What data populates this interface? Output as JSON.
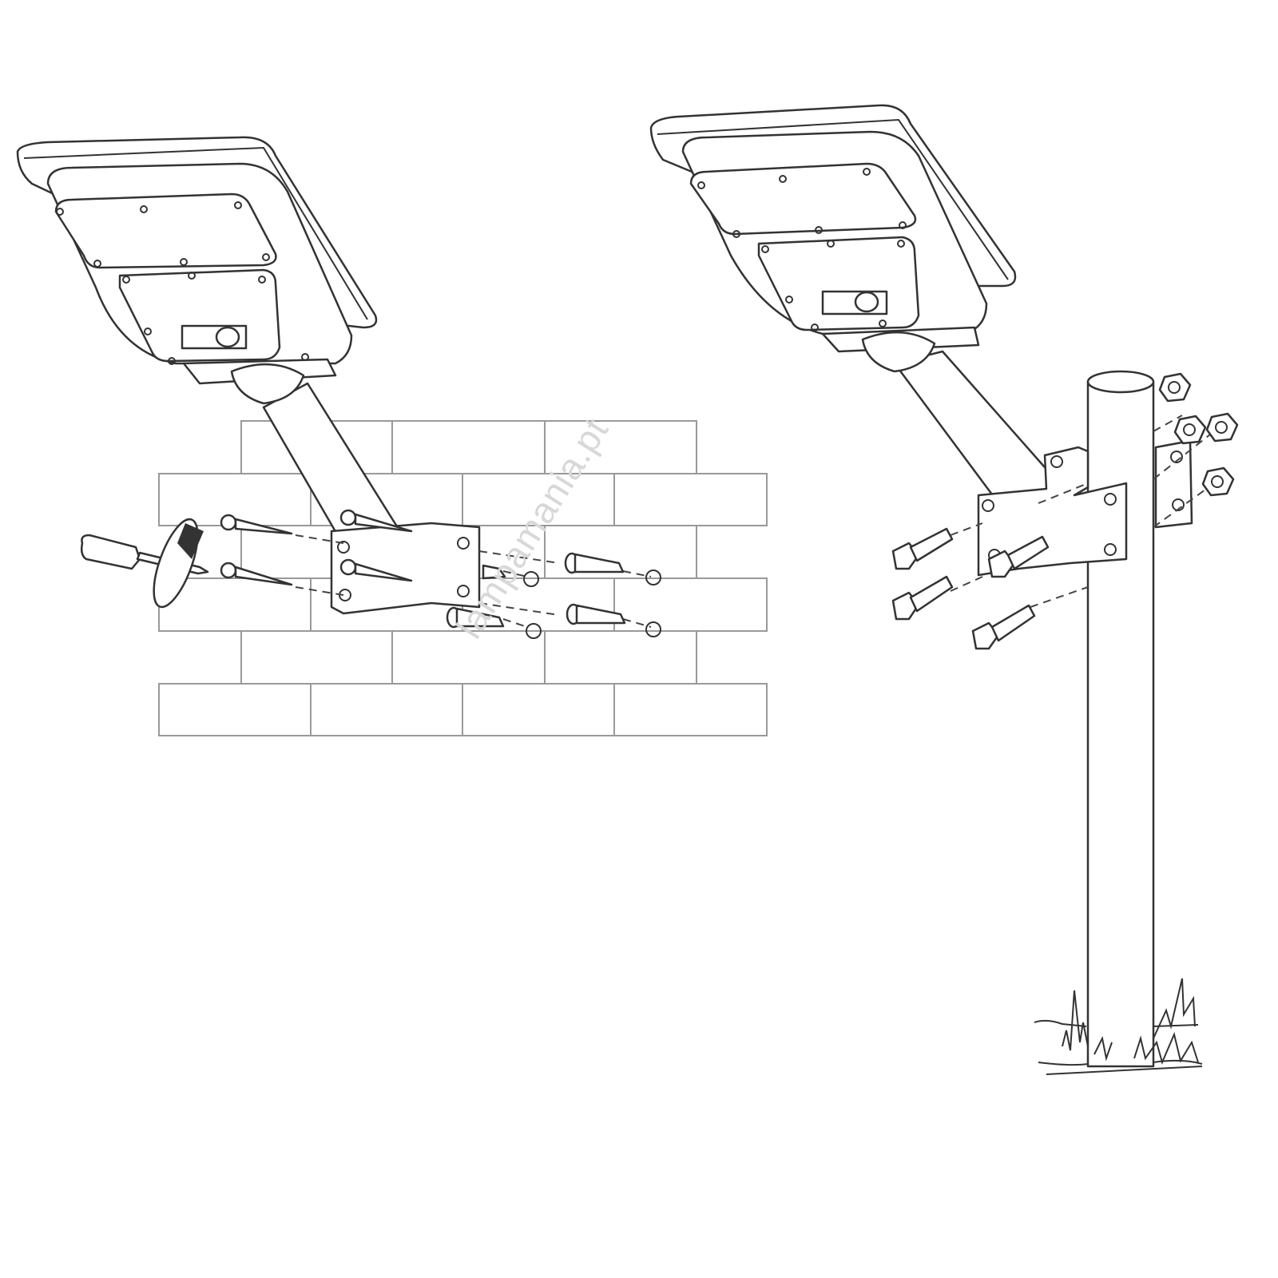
{
  "watermark": "lampamania.pt",
  "colors": {
    "line": "#333333",
    "wall": "#999999",
    "background": "#ffffff"
  },
  "panels": [
    {
      "name": "wall-mount-installation"
    },
    {
      "name": "pole-mount-installation"
    }
  ]
}
